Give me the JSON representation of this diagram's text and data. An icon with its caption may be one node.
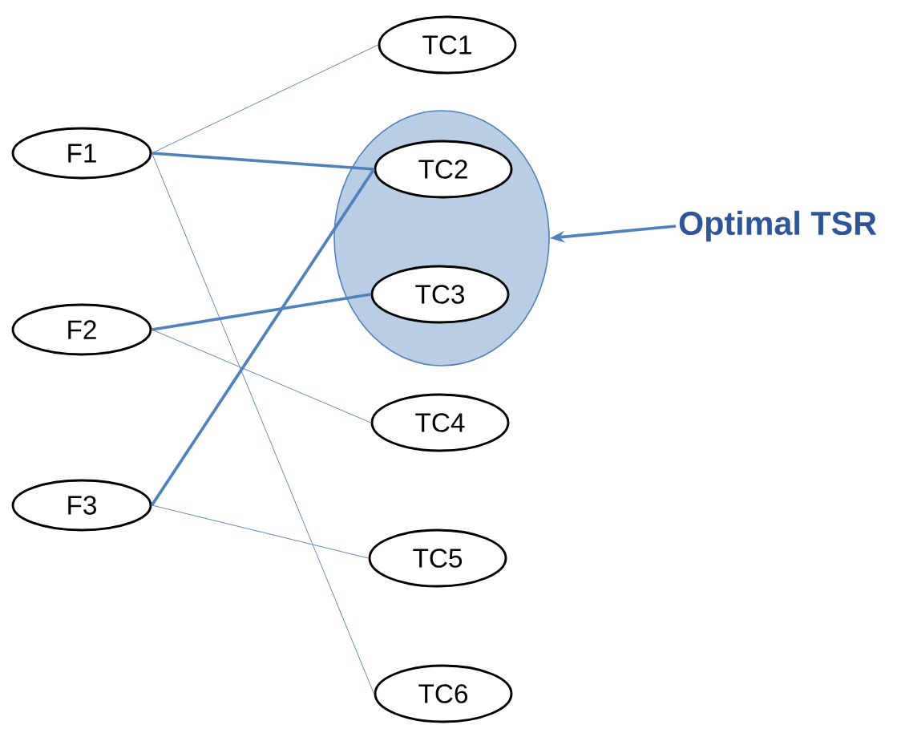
{
  "diagram": {
    "nodes": [
      {
        "text": [
          "F1"
        ]
      },
      {
        "text": [
          "F2"
        ]
      },
      {
        "text": [
          "F3"
        ]
      },
      {
        "text": [
          "TC1"
        ]
      },
      {
        "text": [],
        "shape": "ellipse"
      },
      {
        "text": [
          "TC2"
        ],
        "in": 4
      },
      {
        "text": [
          "TC3"
        ],
        "in": 4
      },
      {
        "text": [
          "TC4"
        ]
      },
      {
        "text": [
          "TC5"
        ]
      },
      {
        "text": [
          "TC6"
        ]
      },
      {
        "text": [
          "Optimal TSR"
        ]
      }
    ],
    "edges": [
      {
        "from": 0,
        "to": 3,
        "arrow": "none"
      },
      {
        "from": 0,
        "to": 5,
        "arrow": "none",
        "style": "thick"
      },
      {
        "from": 0,
        "to": 9,
        "arrow": "none"
      },
      {
        "from": 1,
        "to": 6,
        "arrow": "none",
        "style": "thick"
      },
      {
        "from": 1,
        "to": 7,
        "arrow": "none"
      },
      {
        "from": 2,
        "to": 5,
        "arrow": "none",
        "style": "thick"
      },
      {
        "from": 2,
        "to": 8,
        "arrow": "none"
      },
      {
        "from": 10,
        "to": 4,
        "arrow": "to",
        "style": "thick"
      }
    ]
  }
}
